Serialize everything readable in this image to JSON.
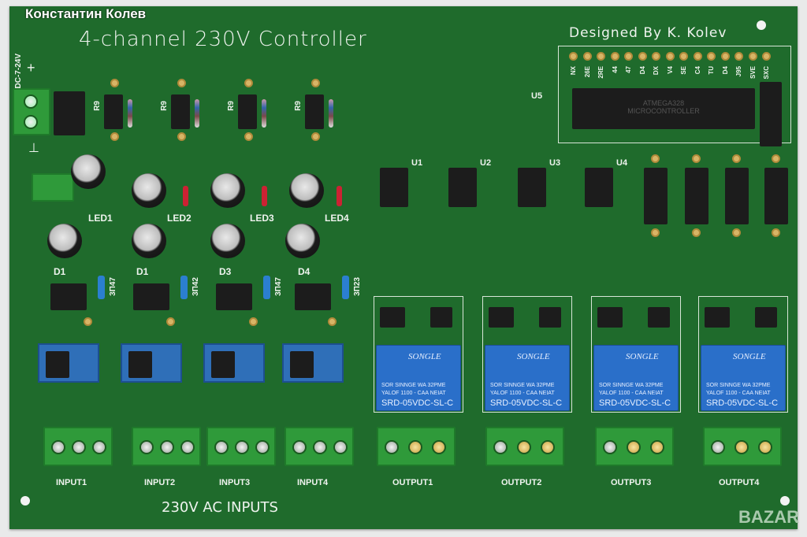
{
  "board": {
    "title": "4-channel 230V Controller",
    "author_watermark": "Константин Колев",
    "designed_by": "Designed By K. Kolev",
    "power_label": "DC-7-24V",
    "plus_sign": "+",
    "ground_sign": "⊥",
    "mcu_ref": "U5",
    "mcu_marking": [
      "ATMEGA328",
      "MICROCONTROLLER"
    ],
    "header_pins": [
      "NX",
      "26E",
      "2RE",
      "44",
      "47",
      "D4",
      "DX",
      "V4",
      "SE",
      "C4",
      "TU",
      "D4",
      "J95",
      "SVE",
      "SXC"
    ],
    "resistors": [
      "R9",
      "R9",
      "R9",
      "R9"
    ],
    "optocouplers": [
      "U1",
      "U2",
      "U3",
      "U4"
    ],
    "leds": [
      "LED1",
      "LED2",
      "LED3",
      "LED4"
    ],
    "diodes": [
      "D1",
      "D1",
      "D3",
      "D4"
    ],
    "zener_labels": [
      "3П47",
      "3П42",
      "3П47",
      "3П23"
    ],
    "relay_brand": "SONGLE",
    "relay_model": "SRD-05VDC-SL-C",
    "relay_spec_lines": [
      "SOR SINNGE  WA 32PME",
      "YALOF 1100 - CAA NEIAT"
    ],
    "inputs": [
      "INPUT1",
      "INPUT2",
      "INPUT3",
      "INPUT4"
    ],
    "outputs": [
      "OUTPUT1",
      "OUTPUT2",
      "OUTPUT3",
      "OUTPUT4"
    ],
    "ac_inputs_label": "230V AC INPUTS",
    "corner_watermark": "BAZAR"
  },
  "colors": {
    "pcb": "#1f6b2c",
    "terminal": "#2f9a3a",
    "relay": "#2a6fc9",
    "pad": "#d8b566"
  }
}
